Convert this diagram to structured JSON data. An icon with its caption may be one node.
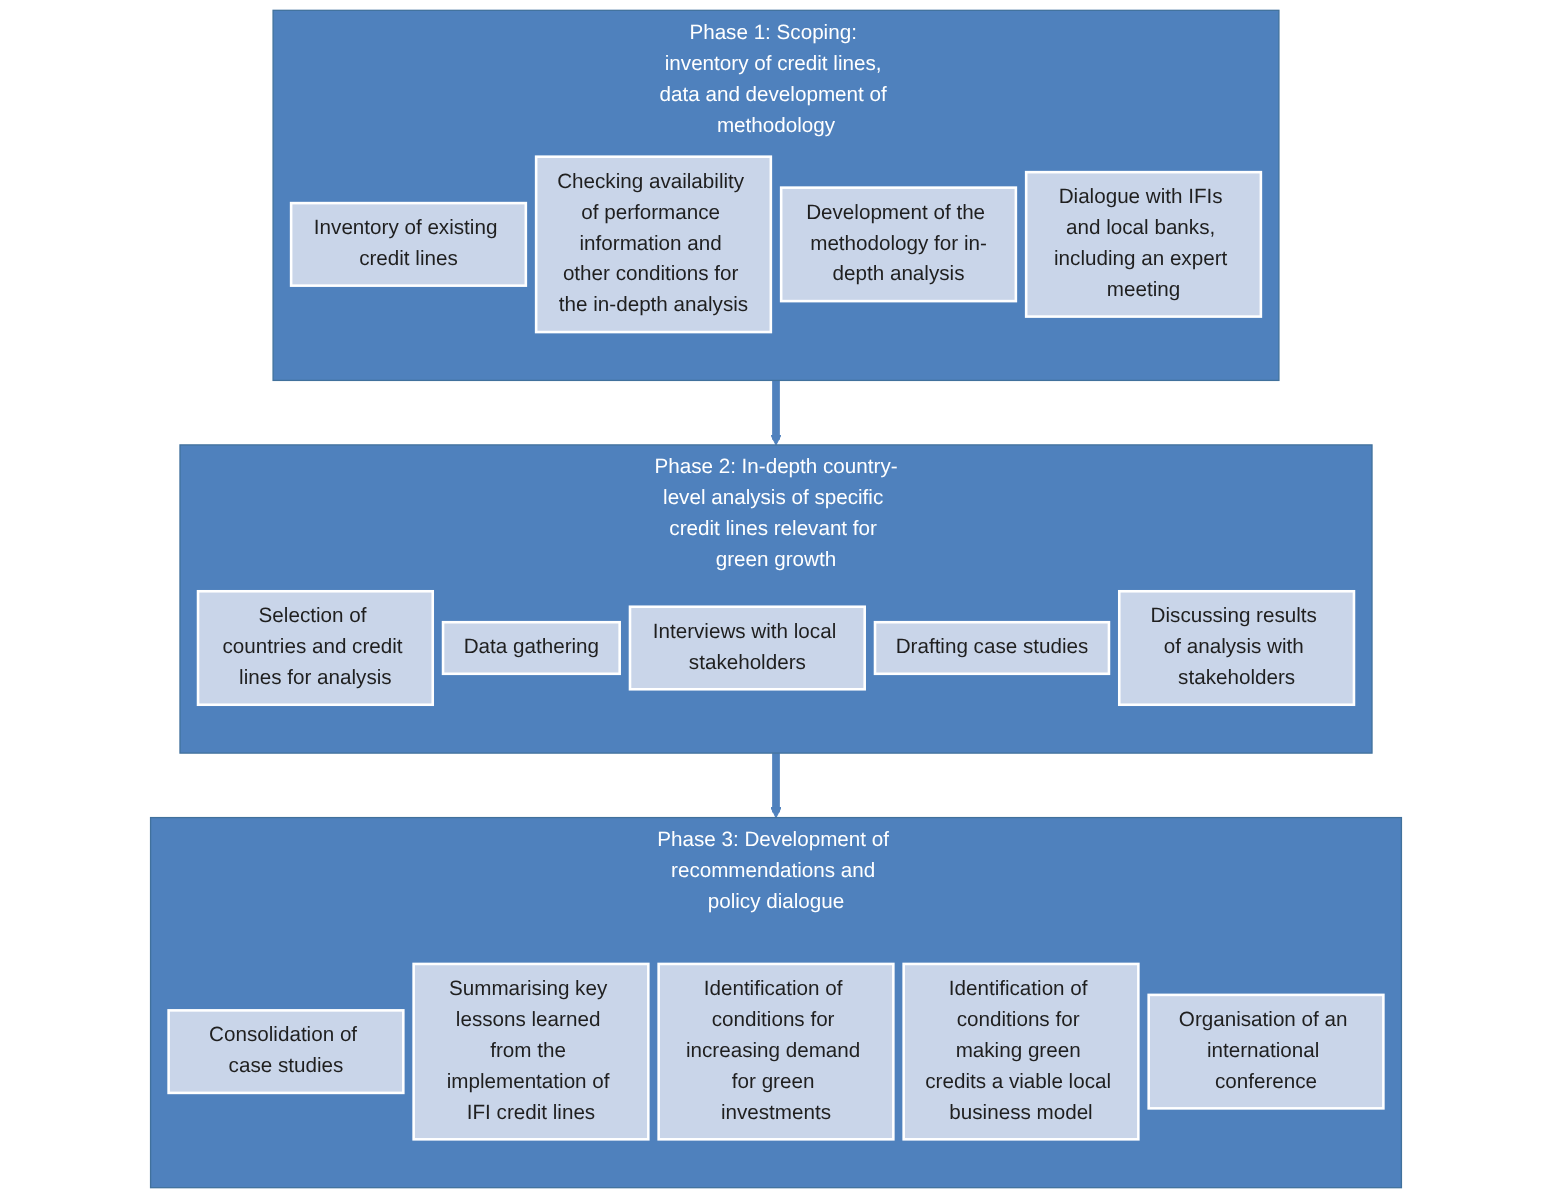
{
  "diagram": {
    "nodes": [
      {
        "text": [
          "Phase 1: Scoping: inventory of credit lines, data and development of methodology"
        ]
      },
      {
        "text": [
          "Inventory of existing credit lines"
        ],
        "in": 0
      },
      {
        "text": [
          "Checking availability of performance information and other conditions for the in-depth analysis"
        ],
        "in": 0
      },
      {
        "text": [
          "Development of the methodology for in-depth analysis"
        ],
        "in": 0
      },
      {
        "text": [
          "Dialogue with IFIs and local banks, including an expert meeting"
        ],
        "in": 0
      },
      {
        "text": [
          "Phase 2: In-depth country-level analysis of specific credit lines relevant for green growth"
        ]
      },
      {
        "text": [
          "Selection of countries and credit lines for analysis"
        ],
        "in": 5
      },
      {
        "text": [
          "Data gathering"
        ],
        "in": 5
      },
      {
        "text": [
          "Interviews with local stakeholders"
        ],
        "in": 5
      },
      {
        "text": [
          "Drafting case studies"
        ],
        "in": 5
      },
      {
        "text": [
          "Discussing results of analysis with stakeholders"
        ],
        "in": 5
      },
      {
        "text": [
          "Phase 3: Development of recommendations and policy dialogue"
        ]
      },
      {
        "text": [
          "Consolidation of case studies"
        ],
        "in": 11
      },
      {
        "text": [
          "Summarising key lessons learned from the implementation of IFI credit lines"
        ],
        "in": 11
      },
      {
        "text": [
          "Identification of conditions for increasing demand for green investments"
        ],
        "in": 11
      },
      {
        "text": [
          "Identification of conditions for making green credits a viable local business model"
        ],
        "in": 11
      },
      {
        "text": [
          "Organisation of an international conference"
        ],
        "in": 11
      }
    ],
    "edges": [
      {
        "from": 0,
        "to": 5,
        "arrow": "to"
      },
      {
        "from": 5,
        "to": 11,
        "arrow": "to"
      }
    ]
  }
}
